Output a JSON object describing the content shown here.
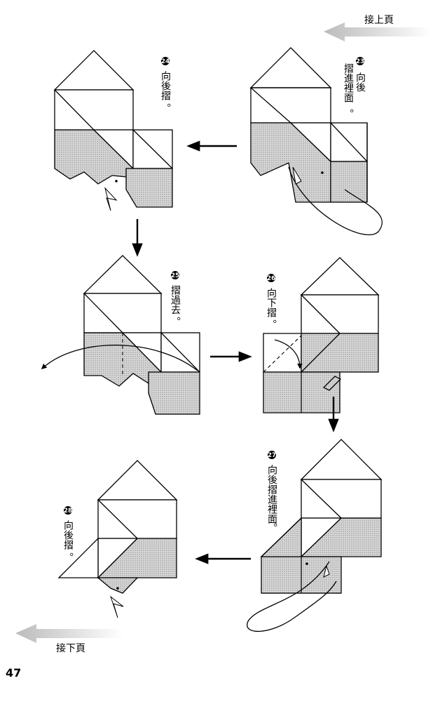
{
  "navigation": {
    "next_page_label": "接上頁",
    "prev_page_label": "接下頁"
  },
  "page_number": "47",
  "steps": [
    {
      "number": "23",
      "lines": [
        "向後",
        "摺進裡面",
        "。"
      ]
    },
    {
      "number": "24",
      "lines": [
        "向後摺",
        "。"
      ]
    },
    {
      "number": "25",
      "lines": [
        "摺過去",
        "。"
      ]
    },
    {
      "number": "26",
      "lines": [
        "向下摺",
        "。"
      ]
    },
    {
      "number": "27",
      "lines": [
        "向後摺進裡面",
        "。"
      ]
    },
    {
      "number": "28",
      "lines": [
        "向後摺",
        "。"
      ]
    }
  ],
  "colors": {
    "shade": "#c8c8c8",
    "ink": "#000000"
  }
}
